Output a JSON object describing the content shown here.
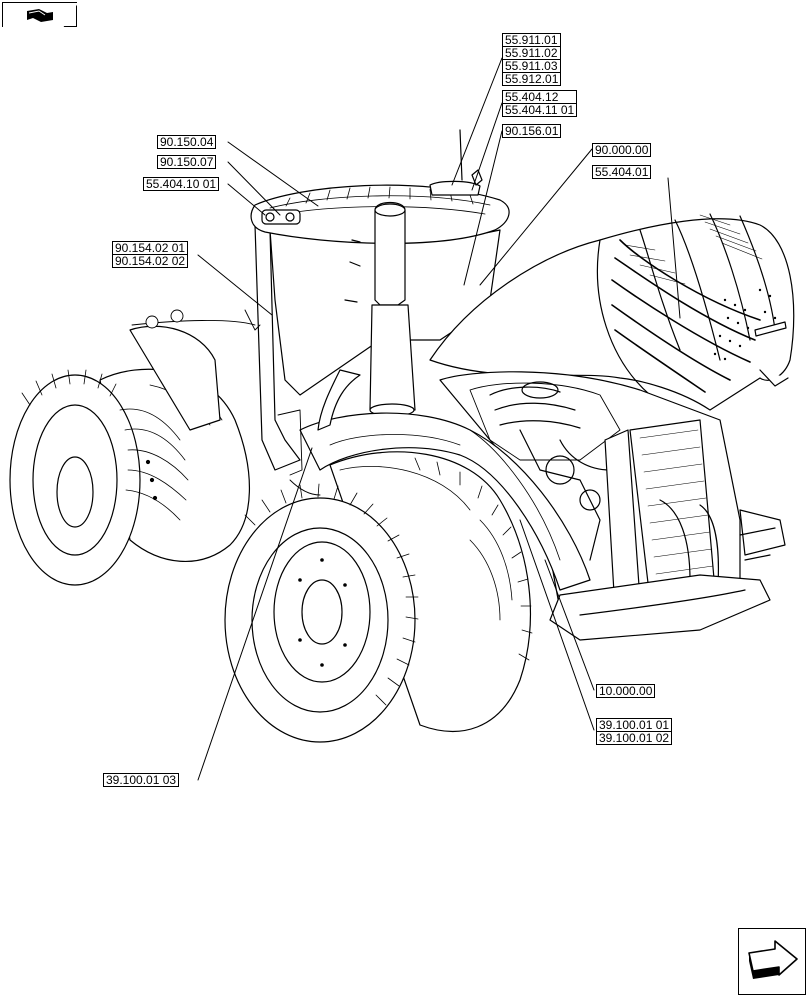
{
  "callouts": {
    "c_55_911_01": "55.911.01",
    "c_55_911_02": "55.911.02",
    "c_55_911_03": "55.911.03",
    "c_55_912_01": "55.912.01",
    "c_55_404_12": "55.404.12",
    "c_55_404_11_01": "55.404.11 01",
    "c_90_156_01": "90.156.01",
    "c_90_000_00": "90.000.00",
    "c_55_404_01": "55.404.01",
    "c_90_150_04": "90.150.04",
    "c_90_150_07": "90.150.07",
    "c_55_404_10_01": "55.404.10 01",
    "c_90_154_02_01": "90.154.02 01",
    "c_90_154_02_02": "90.154.02 02",
    "c_10_000_00": "10.000.00",
    "c_39_100_01_01": "39.100.01 01",
    "c_39_100_01_02": "39.100.01 02",
    "c_39_100_01_03": "39.100.01 03"
  },
  "icons": {
    "top_left": "book-icon",
    "bottom_right": "next-page-arrow-icon"
  },
  "colors": {
    "line": "#000000",
    "background": "#ffffff"
  }
}
